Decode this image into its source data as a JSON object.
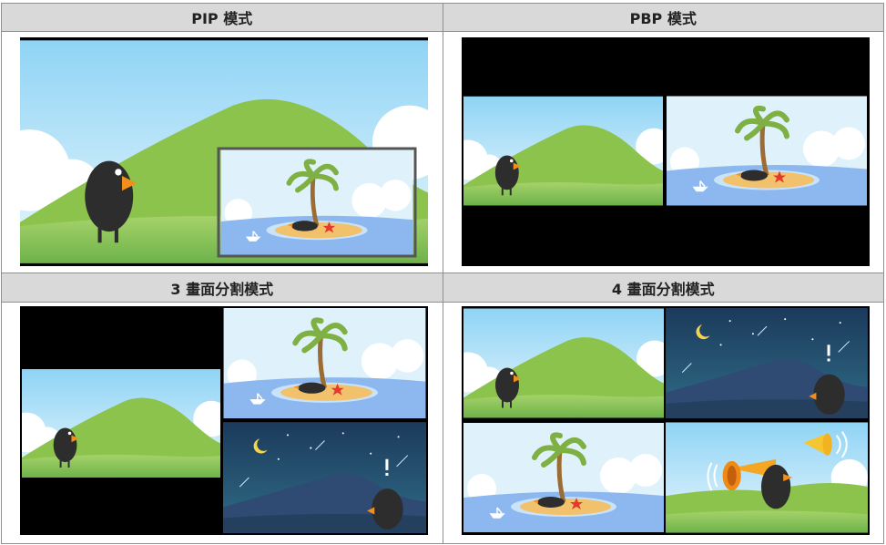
{
  "modes": [
    {
      "title": "PIP 模式",
      "scene": "pip"
    },
    {
      "title": "PBP 模式",
      "scene": "pbp"
    },
    {
      "title": "3 畫面分割模式",
      "scene": "split3"
    },
    {
      "title": "4 畫面分割模式",
      "scene": "split4"
    }
  ],
  "scene_icons": [
    "hill-scene",
    "island-scene",
    "night-scene",
    "megaphone-scene"
  ]
}
